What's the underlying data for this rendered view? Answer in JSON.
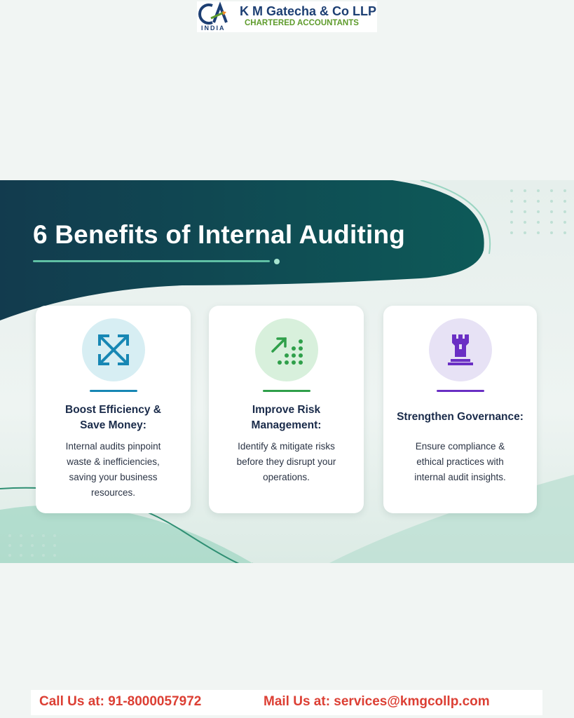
{
  "header": {
    "logo_ca_text": "CA",
    "logo_country": "INDIA",
    "firm_name": "K M Gatecha & Co LLP",
    "firm_subtitle": "CHARTERED ACCOUNTANTS"
  },
  "banner": {
    "title": "6 Benefits of Internal Auditing",
    "colors": {
      "header_band": "#0f4a52",
      "accent_line": "#5fc0a4"
    }
  },
  "cards": [
    {
      "icon": "expand-arrows-icon",
      "icon_bg": "#d7eef3",
      "accent": "#1787b4",
      "title_line1": "Boost Efficiency &",
      "title_line2": "Save Money:",
      "text_lines": [
        "Internal audits pinpoint",
        "waste & inefficiencies,",
        "saving your business",
        "resources."
      ]
    },
    {
      "icon": "growth-chart-icon",
      "icon_bg": "#d8f0dc",
      "accent": "#2f9f4a",
      "title_line1": "Improve Risk",
      "title_line2": "Management:",
      "text_lines": [
        "Identify & mitigate risks",
        "before they disrupt your",
        "operations."
      ]
    },
    {
      "icon": "castle-tower-icon",
      "icon_bg": "#e7e2f5",
      "accent": "#6a2fc4",
      "title_line1": "Strengthen Governance:",
      "text_lines": [
        "Ensure compliance &",
        "ethical practices with",
        "internal audit insights."
      ]
    }
  ],
  "footer": {
    "call": "Call Us at: 91-8000057972",
    "mail": "Mail Us at: services@kmgcollp.com",
    "text_color": "#dc3f34"
  }
}
